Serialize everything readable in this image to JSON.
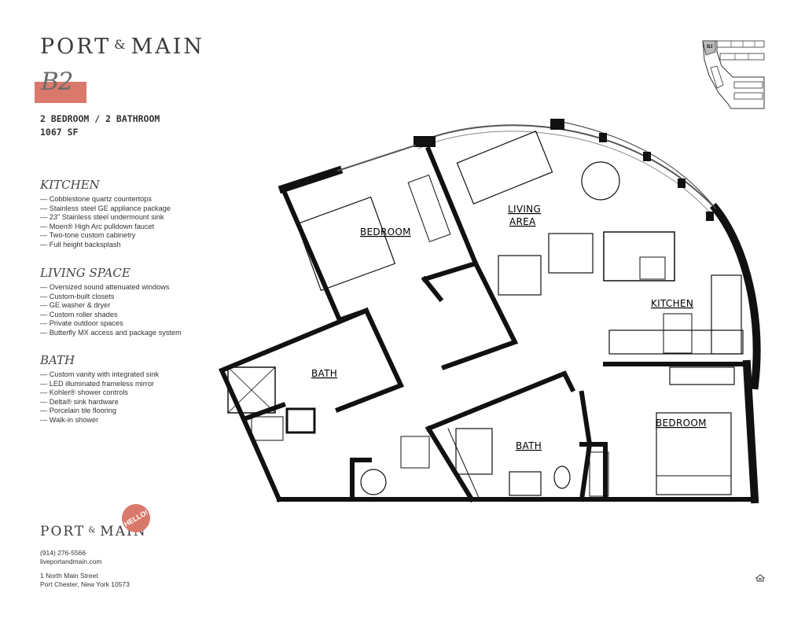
{
  "brand": {
    "word1": "PORT",
    "amp": "&",
    "word2": "MAIN"
  },
  "unit": {
    "code": "B2",
    "type": "2 BEDROOM / 2 BATHROOM",
    "size": "1067 SF",
    "badge_color": "#d9796c"
  },
  "features": [
    {
      "title": "KITCHEN",
      "items": [
        "— Cobblestone quartz countertops",
        "— Stainless steel GE appliance package",
        "— 23\" Stainless steel undermount sink",
        "— Moen® High Arc pulldown faucet",
        "— Two-tone custom cabinetry",
        "— Full height backsplash"
      ]
    },
    {
      "title": "LIVING SPACE",
      "items": [
        "— Oversized sound attenuated windows",
        "— Custom-built closets",
        "— GE washer & dryer",
        "— Custom roller shades",
        "— Private outdoor spaces",
        "— Butterfly MX access and package system"
      ]
    },
    {
      "title": "BATH",
      "items": [
        "— Custom vanity with integrated sink",
        "— LED illuminated frameless mirror",
        "— Kohler® shower controls",
        "— Delta® sink hardware",
        "— Porcelain tile flooring",
        "— Walk-in shower"
      ]
    }
  ],
  "hello_badge": "HELLO!",
  "contact": {
    "phone": "(914) 276-5566",
    "website": "liveportandmain.com",
    "street": "1 North Main Street",
    "city": "Port Chester, New York 10573"
  },
  "keyplan": {
    "unit_label": "B2"
  },
  "floorplan": {
    "rooms": {
      "bedroom_1": "BEDROOM",
      "living": "LIVING",
      "area": "AREA",
      "kitchen": "KITCHEN",
      "bath_1": "BATH",
      "bath_2": "BATH",
      "bedroom_2": "BEDROOM"
    }
  },
  "icons": {
    "equal_housing": "equal-housing-opportunity-icon"
  }
}
